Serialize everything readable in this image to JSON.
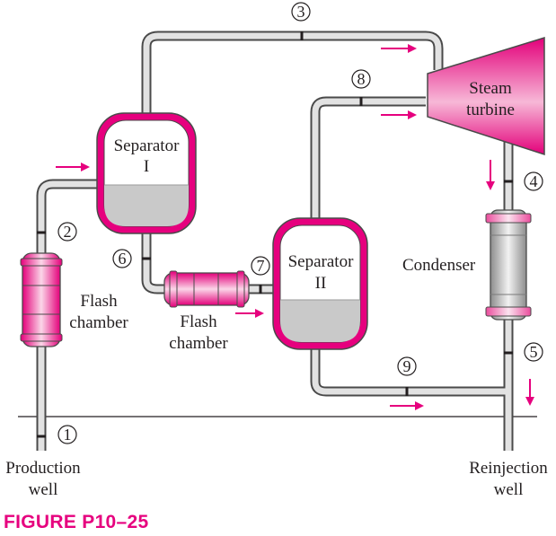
{
  "figure_caption": "FIGURE P10–25",
  "components": {
    "production_well": [
      "Production",
      "well"
    ],
    "reinjection_well": [
      "Reinjection",
      "well"
    ],
    "flash_chamber_1": [
      "Flash",
      "chamber"
    ],
    "flash_chamber_2": [
      "Flash",
      "chamber"
    ],
    "separator_1": [
      "Separator",
      "I"
    ],
    "separator_2": [
      "Separator",
      "II"
    ],
    "steam_turbine": [
      "Steam",
      "turbine"
    ],
    "condenser": "Condenser"
  },
  "state_points": [
    "1",
    "2",
    "3",
    "4",
    "5",
    "6",
    "7",
    "8",
    "9"
  ],
  "colors": {
    "accent": "#e6007e",
    "pipe_fill": "#e4e4e4",
    "pipe_stroke": "#4a4a4a",
    "vessel_fill": "#f5a9cf",
    "liquid_fill": "#c9c9c9",
    "text": "#231f20"
  },
  "icons": [
    "flow-arrow-icon"
  ]
}
